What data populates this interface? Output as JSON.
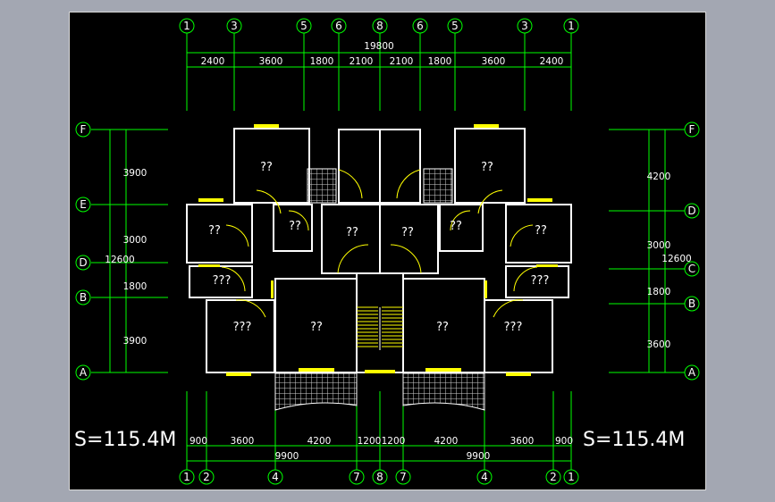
{
  "colors": {
    "background": "#000000",
    "outer": "#a3a7b2",
    "grid_line": "#00ff00",
    "wall": "#ffffff",
    "window": "#ffff00",
    "door_arc": "#ffff00",
    "text": "#ffffff"
  },
  "top_axes": [
    "1",
    "3",
    "5",
    "6",
    "8",
    "6",
    "5",
    "3",
    "1"
  ],
  "top_total": "19800",
  "top_dims": [
    "2400",
    "3600",
    "1800",
    "2100",
    "2100",
    "1800",
    "3600",
    "2400"
  ],
  "left_axes": [
    "F",
    "E",
    "D",
    "B",
    "A"
  ],
  "left_dims": [
    "3900",
    "3000",
    "1800",
    "3900"
  ],
  "left_total": "12600",
  "right_axes": [
    "F",
    "D",
    "C",
    "B",
    "A"
  ],
  "right_dims": [
    "4200",
    "3000",
    "1800",
    "3600"
  ],
  "right_total": "12600",
  "bottom_axes": [
    "1",
    "2",
    "4",
    "7",
    "8",
    "7",
    "4",
    "2",
    "1"
  ],
  "bottom_dims": [
    "900",
    "3600",
    "4200",
    "1200",
    "1200",
    "4200",
    "3600",
    "900"
  ],
  "bottom_half_totals": [
    "9900",
    "9900"
  ],
  "area_labels": [
    "S=115.4M",
    "S=115.4M"
  ],
  "room_labels": {
    "top_left_room": "??",
    "top_right_room": "??",
    "left_mid": "??",
    "left_bath": "??",
    "center_left": "??",
    "center_right": "??",
    "right_bath": "??",
    "right_mid": "??",
    "left_small": "???",
    "right_small": "???",
    "left_bottom": "???",
    "left_living": "??",
    "right_living": "??",
    "right_bottom": "???"
  }
}
